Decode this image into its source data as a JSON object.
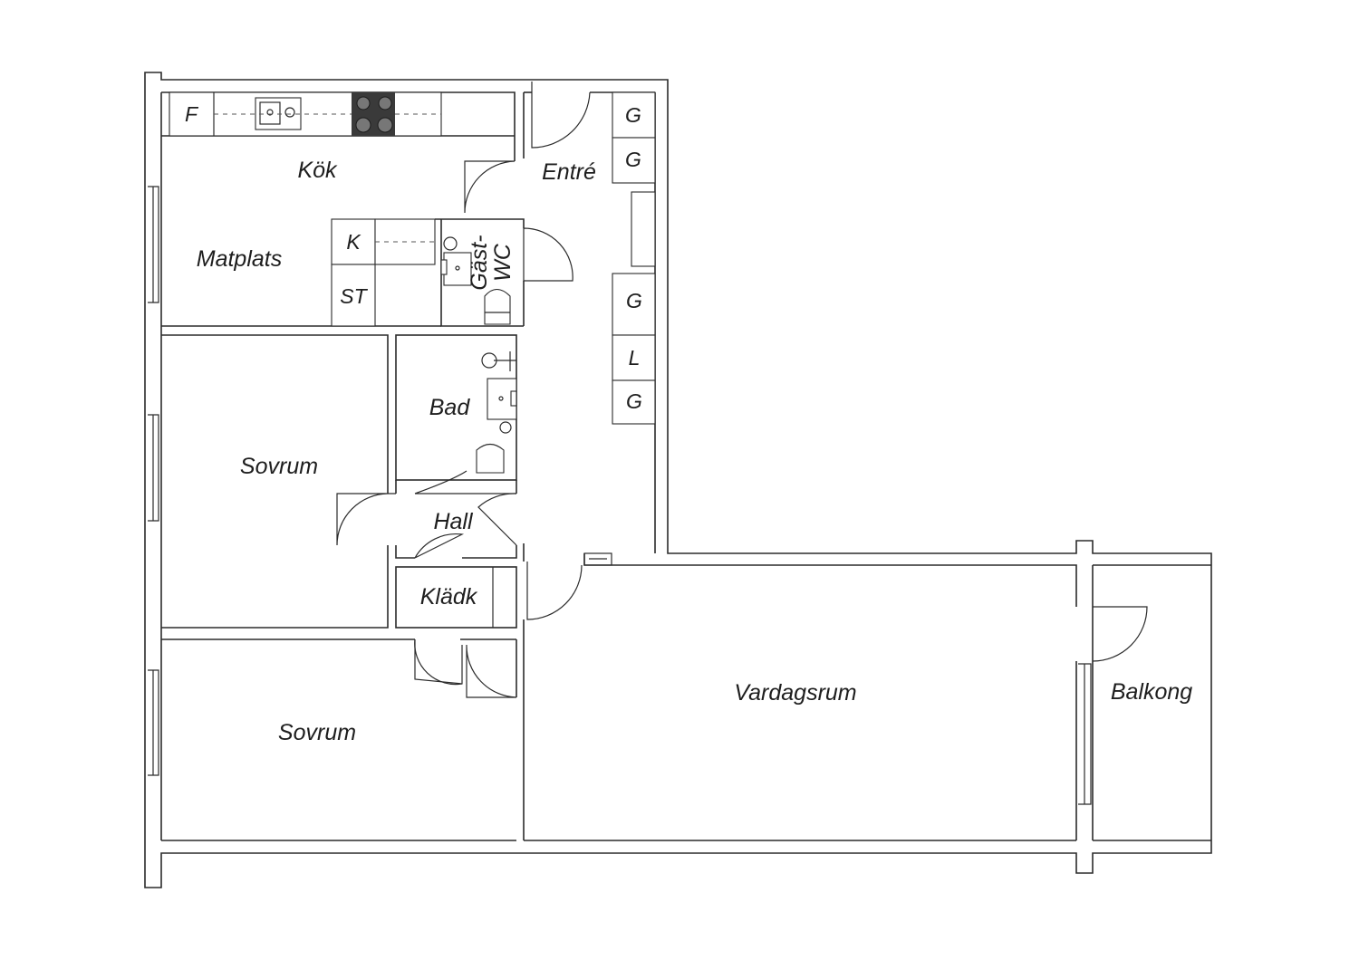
{
  "rooms": {
    "kitchen": "Kök",
    "dining": "Matplats",
    "entrance": "Entré",
    "guest_wc_line1": "Gäst-",
    "guest_wc_line2": "WC",
    "bath": "Bad",
    "bedroom_1": "Sovrum",
    "hall": "Hall",
    "wardrobe": "Klädk",
    "bedroom_2": "Sovrum",
    "living_room": "Vardagsrum",
    "balcony": "Balkong"
  },
  "fixture_codes": {
    "fridge": "F",
    "cabinet_k": "K",
    "cabinet_st": "ST",
    "wardrobe_g1": "G",
    "wardrobe_g2": "G",
    "wardrobe_g3": "G",
    "linen_l": "L",
    "wardrobe_g4": "G"
  },
  "colors": {
    "line": "#2b2b2b",
    "stove": "#3a3a3a",
    "background": "#ffffff"
  }
}
